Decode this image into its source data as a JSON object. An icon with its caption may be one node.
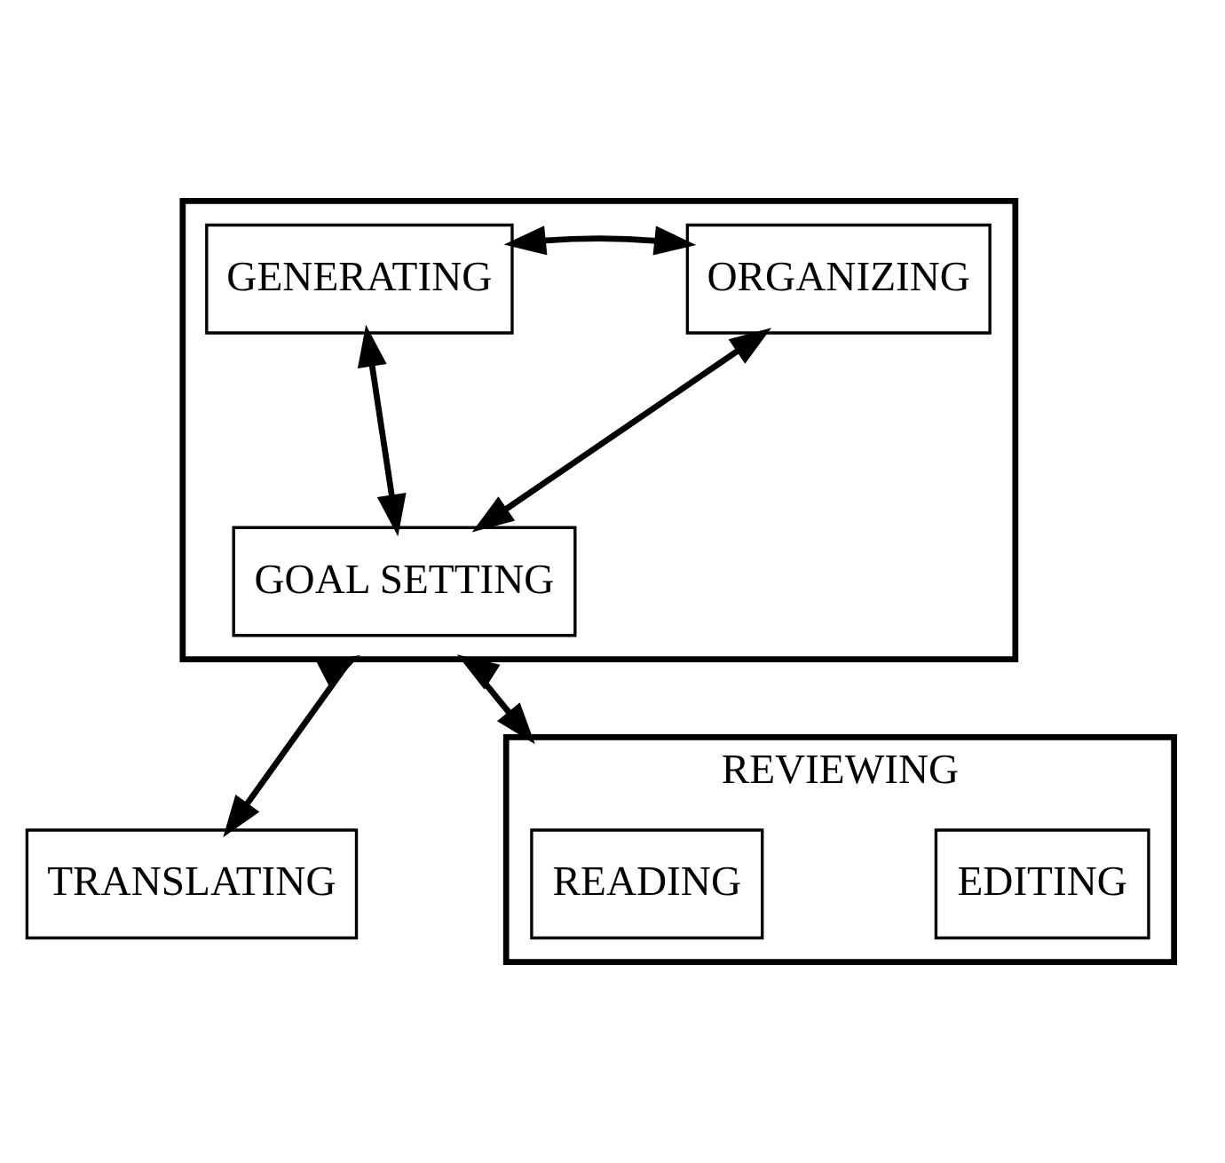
{
  "diagram": {
    "nodes": [
      {
        "text": [],
        "shape": "box"
      },
      {
        "text": [
          "GENERATING"
        ],
        "in": 0
      },
      {
        "text": [
          "ORGANIZING"
        ],
        "in": 0
      },
      {
        "text": [
          "GOAL SETTING"
        ],
        "in": 0
      },
      {
        "text": [
          "TRANSLATING"
        ]
      },
      {
        "text": [
          "REVIEWING"
        ]
      },
      {
        "text": [
          "READING"
        ],
        "in": 5
      },
      {
        "text": [
          "EDITING"
        ],
        "in": 5
      }
    ],
    "edges": [
      {
        "from": 1,
        "to": 2,
        "arrow": "both"
      },
      {
        "from": 1,
        "to": 3,
        "arrow": "both"
      },
      {
        "from": 2,
        "to": 3,
        "arrow": "both"
      },
      {
        "from": 0,
        "to": 4,
        "arrow": "both"
      },
      {
        "from": 0,
        "to": 5,
        "arrow": "both"
      }
    ]
  }
}
